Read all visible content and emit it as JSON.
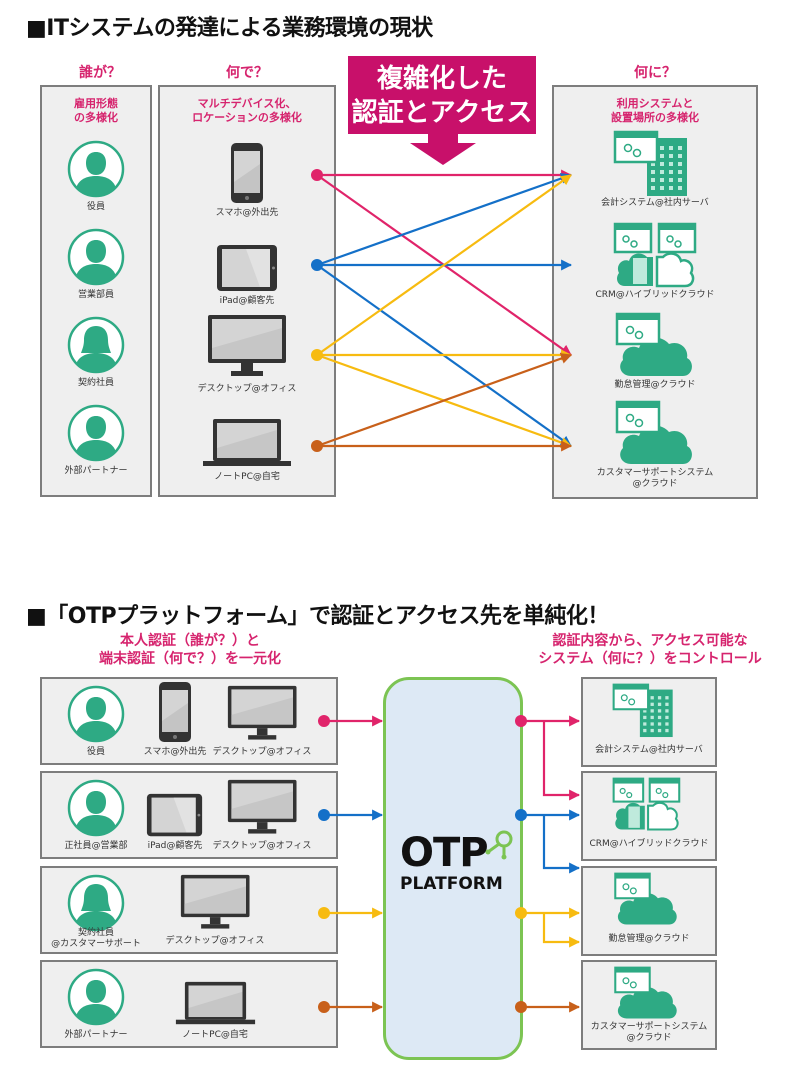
{
  "colors": {
    "accent_pink": "#d6246e",
    "banner_magenta": "#c8106a",
    "teal_icon": "#2eaa84",
    "line_pink": "#e0246a",
    "line_blue": "#1470c8",
    "line_yellow": "#f7bb10",
    "line_orange": "#c8601a",
    "otp_border": "#7cc453",
    "otp_fill": "#dde9f5",
    "panel_fill": "#efefef"
  },
  "section1": {
    "title": "■ITシステムの発達による業務環境の現状",
    "who": {
      "question": "誰が？",
      "subhead_line1": "雇用形態",
      "subhead_line2": "の多様化",
      "items": [
        {
          "label": "役員",
          "icon": "person-male-icon"
        },
        {
          "label": "営業部員",
          "icon": "person-male-icon"
        },
        {
          "label": "契約社員",
          "icon": "person-female-icon"
        },
        {
          "label": "外部パートナー",
          "icon": "person-male-icon"
        }
      ]
    },
    "what": {
      "question": "何で？",
      "subhead_line1": "マルチデバイス化、",
      "subhead_line2": "ロケーションの多様化",
      "items": [
        {
          "label": "スマホ@外出先",
          "icon": "smartphone-icon"
        },
        {
          "label": "iPad@顧客先",
          "icon": "tablet-icon"
        },
        {
          "label": "デスクトップ@オフィス",
          "icon": "desktop-icon"
        },
        {
          "label": "ノートPC@自宅",
          "icon": "laptop-icon"
        }
      ]
    },
    "banner_line1": "複雑化した",
    "banner_line2": "認証とアクセス",
    "where": {
      "question": "何に？",
      "subhead_line1": "利用システムと",
      "subhead_line2": "設置場所の多様化",
      "items": [
        {
          "label": "会計システム@社内サーバ",
          "icon": "server-building-icon"
        },
        {
          "label": "CRM@ハイブリッドクラウド",
          "icon": "hybrid-cloud-icon"
        },
        {
          "label": "勤怠管理@クラウド",
          "icon": "cloud-icon"
        },
        {
          "label_line1": "カスタマーサポートシステム",
          "label_line2": "@クラウド",
          "icon": "cloud-icon"
        }
      ]
    },
    "connections": [
      {
        "from": 0,
        "to": 0,
        "color": "pink"
      },
      {
        "from": 0,
        "to": 2,
        "color": "pink"
      },
      {
        "from": 1,
        "to": 0,
        "color": "blue"
      },
      {
        "from": 1,
        "to": 1,
        "color": "blue"
      },
      {
        "from": 1,
        "to": 3,
        "color": "blue"
      },
      {
        "from": 2,
        "to": 0,
        "color": "yellow"
      },
      {
        "from": 2,
        "to": 2,
        "color": "yellow"
      },
      {
        "from": 2,
        "to": 3,
        "color": "yellow"
      },
      {
        "from": 3,
        "to": 2,
        "color": "orange"
      },
      {
        "from": 3,
        "to": 3,
        "color": "orange"
      }
    ]
  },
  "section2": {
    "title": "■「OTPプラットフォーム」で認証とアクセス先を単純化！",
    "left_caption_line1": "本人認証（誰が？）と",
    "left_caption_line2": "端末認証（何で？）を一元化",
    "right_caption_line1": "認証内容から、アクセス可能な",
    "right_caption_line2": "システム（何に？）をコントロール",
    "rows": [
      {
        "person": "役員",
        "person_icon": "person-male-icon",
        "devices": [
          {
            "label": "スマホ@外出先",
            "icon": "smartphone-icon"
          },
          {
            "label": "デスクトップ@オフィス",
            "icon": "desktop-icon"
          }
        ],
        "color": "pink"
      },
      {
        "person": "正社員@営業部",
        "person_icon": "person-male-icon",
        "devices": [
          {
            "label": "iPad@顧客先",
            "icon": "tablet-icon"
          },
          {
            "label": "デスクトップ@オフィス",
            "icon": "desktop-icon"
          }
        ],
        "color": "blue"
      },
      {
        "person_line1": "契約社員",
        "person_line2": "@カスタマーサポート",
        "person_icon": "person-female-icon",
        "devices": [
          {
            "label": "デスクトップ@オフィス",
            "icon": "desktop-icon"
          }
        ],
        "color": "yellow"
      },
      {
        "person": "外部パートナー",
        "person_icon": "person-male-icon",
        "devices": [
          {
            "label": "ノートPC@自宅",
            "icon": "laptop-icon"
          }
        ],
        "color": "orange"
      }
    ],
    "platform_line1": "OTP",
    "platform_line2": "PLATFORM",
    "systems": [
      {
        "label": "会計システム@社内サーバ",
        "icon": "server-building-icon"
      },
      {
        "label": "CRM@ハイブリッドクラウド",
        "icon": "hybrid-cloud-icon"
      },
      {
        "label": "勤怠管理@クラウド",
        "icon": "cloud-icon"
      },
      {
        "label_line1": "カスタマーサポートシステム",
        "label_line2": "@クラウド",
        "icon": "cloud-icon"
      }
    ],
    "access": [
      {
        "row": 0,
        "systems": [
          0,
          1
        ],
        "color": "pink"
      },
      {
        "row": 1,
        "systems": [
          1,
          2
        ],
        "color": "blue"
      },
      {
        "row": 2,
        "systems": [
          2,
          3
        ],
        "color": "yellow"
      },
      {
        "row": 3,
        "systems": [
          3
        ],
        "color": "orange"
      }
    ]
  }
}
